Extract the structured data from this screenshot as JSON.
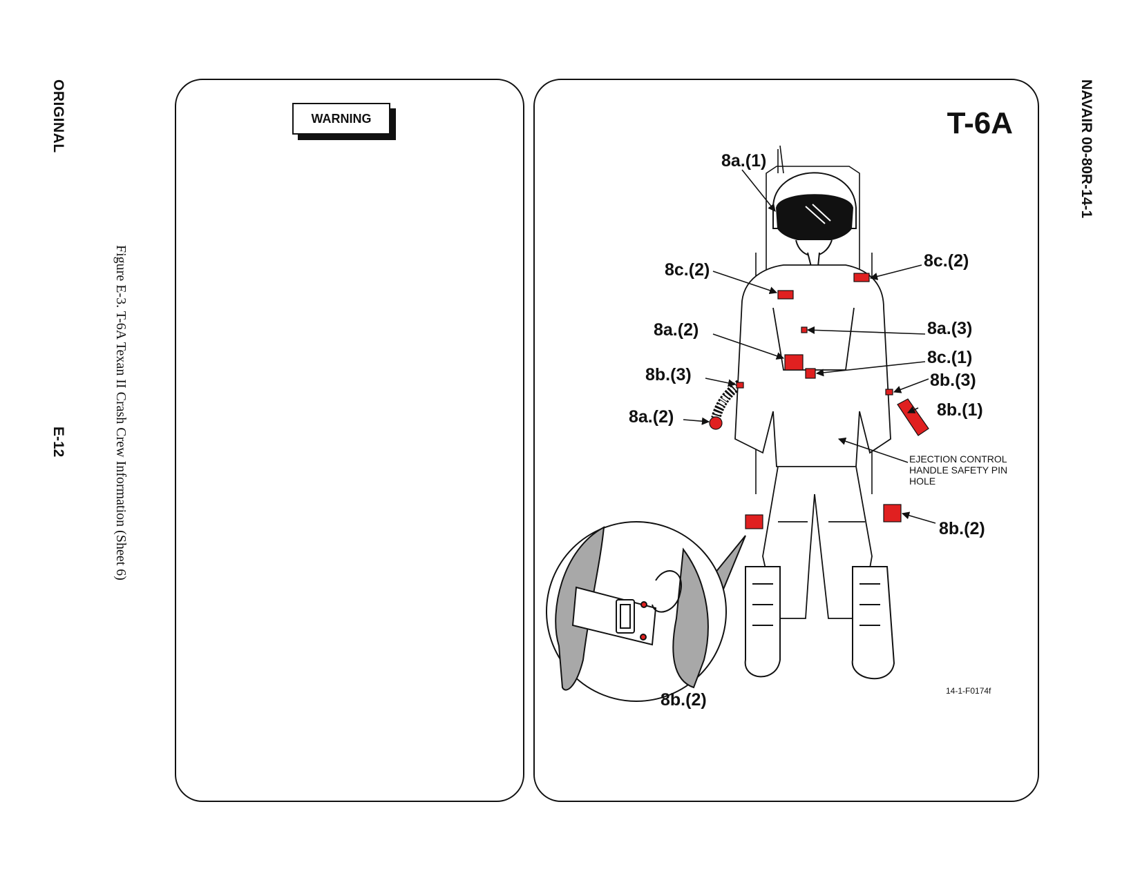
{
  "margin": {
    "left_header": "ORIGINAL",
    "page_number": "E-12",
    "figure_caption": "Figure E-3.   T-6A Texan II Crash Crew Information (Sheet 6)",
    "right_header": "NAVAIR 00-80R-14-1"
  },
  "left_panel": {
    "warning_label": "WARNING"
  },
  "right_panel": {
    "title": "T-6A",
    "callouts": {
      "c_8a1": "8a.(1)",
      "c_8c2_left": "8c.(2)",
      "c_8c2_right": "8c.(2)",
      "c_8a2_upper": "8a.(2)",
      "c_8a3": "8a.(3)",
      "c_8c1": "8c.(1)",
      "c_8b3_left": "8b.(3)",
      "c_8b3_right": "8b.(3)",
      "c_8a2_lower": "8a.(2)",
      "c_8b1": "8b.(1)",
      "c_8b2_leg": "8b.(2)",
      "c_8b2_inset": "8b.(2)"
    },
    "ejection_note": {
      "line1": "EJECTION CONTROL",
      "line2": "HANDLE SAFETY PIN",
      "line3": "HOLE"
    },
    "figure_id": "14-1-F0174f"
  },
  "colors": {
    "highlight_red": "#e02020",
    "inset_gray": "#a8a8a8"
  }
}
